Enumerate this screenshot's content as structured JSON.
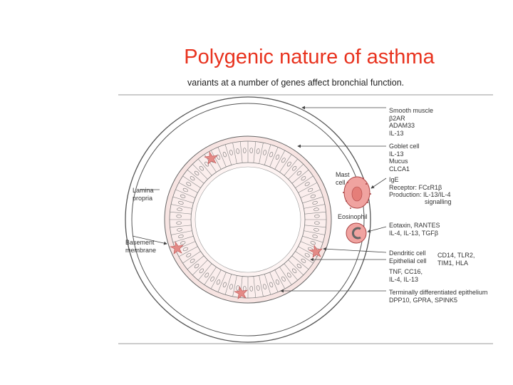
{
  "title": "Polygenic nature of asthma",
  "caption": "variants at a number of genes affect bronchial function.",
  "labels": {
    "smooth_muscle": [
      "Smooth muscle",
      "β2AR",
      "ADAM33",
      "IL-13"
    ],
    "goblet_cell": [
      "Goblet cell",
      "IL-13",
      "Mucus",
      "CLCA1"
    ],
    "ige": [
      "IgE",
      "Receptor: FCεR1β",
      "Production: IL-13/IL-4"
    ],
    "ige_signalling": "signalling",
    "mast_cell": [
      "Mast",
      "cell"
    ],
    "eosinophil": "Eosinophil",
    "eotaxin": [
      "Eotaxin, RANTES",
      "IL-4, IL-13, TGFβ"
    ],
    "dendritic_cell": "Dendritic cell",
    "epithelial_cell": "Epithelial cell",
    "cd14": [
      "CD14, TLR2,",
      "TIM1, HLA"
    ],
    "tnf": [
      "TNF, CC16,",
      "IL-4, IL-13"
    ],
    "terminal": [
      "Terminally differentiated epithelium",
      "DPP10, GPRA, SPINK5"
    ],
    "lamina_propria": [
      "Lamina",
      "propria"
    ],
    "basement_membrane": [
      "Basement",
      "membrane"
    ]
  },
  "colors": {
    "title": "#e8321e",
    "lamina_fill": "#f7e4e2",
    "cell_fill": "#f0a3a0",
    "line": "#555555"
  }
}
